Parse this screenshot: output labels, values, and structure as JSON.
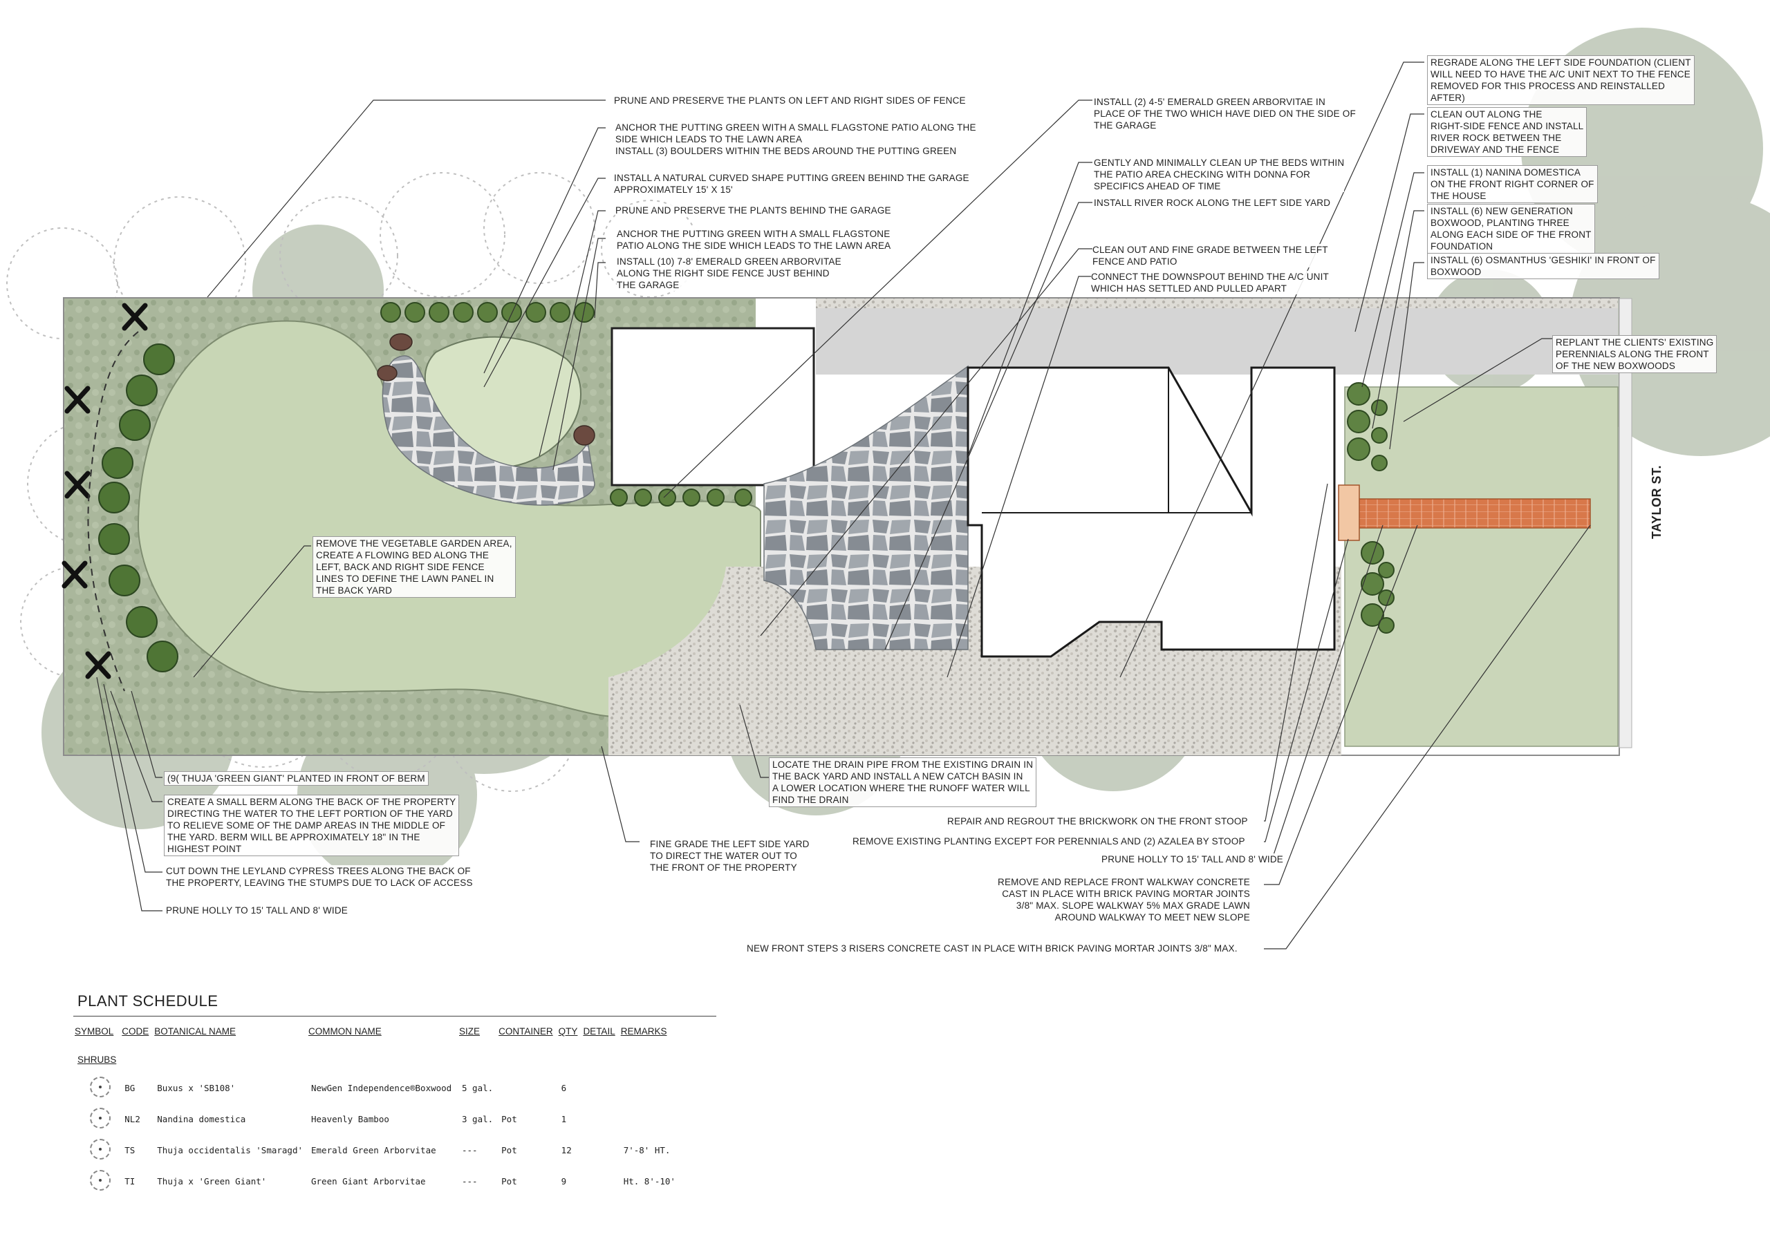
{
  "street_label": "TAYLOR ST.",
  "notes": {
    "n1": "PRUNE AND PRESERVE THE PLANTS ON LEFT AND RIGHT SIDES OF FENCE",
    "n2": "ANCHOR THE PUTTING GREEN WITH A SMALL FLAGSTONE PATIO ALONG THE\nSIDE WHICH LEADS TO THE LAWN AREA\nINSTALL (3) BOULDERS WITHIN THE BEDS AROUND THE PUTTING GREEN",
    "n3": "INSTALL A NATURAL CURVED SHAPE PUTTING GREEN BEHIND THE GARAGE\nAPPROXIMATELY 15' X 15'",
    "n4": "PRUNE AND PRESERVE THE PLANTS BEHIND THE GARAGE",
    "n5": "ANCHOR THE PUTTING GREEN WITH A SMALL FLAGSTONE\nPATIO ALONG THE SIDE WHICH LEADS TO THE LAWN AREA",
    "n6": "INSTALL (10) 7-8' EMERALD GREEN ARBORVITAE\nALONG THE RIGHT SIDE FENCE JUST BEHIND\nTHE GARAGE",
    "n7": "INSTALL (2) 4-5' EMERALD GREEN ARBORVITAE IN\nPLACE OF THE TWO WHICH HAVE DIED ON THE SIDE OF\nTHE GARAGE",
    "n8": "GENTLY AND MINIMALLY CLEAN UP THE BEDS WITHIN\nTHE PATIO AREA CHECKING WITH DONNA FOR\nSPECIFICS AHEAD OF TIME",
    "n9": "INSTALL RIVER ROCK ALONG THE LEFT SIDE YARD",
    "n10": "CLEAN OUT AND FINE GRADE BETWEEN THE LEFT\nFENCE AND PATIO",
    "n11": "CONNECT THE DOWNSPOUT BEHIND THE A/C UNIT\nWHICH HAS SETTLED AND PULLED APART",
    "n12": "REGRADE ALONG THE LEFT SIDE FOUNDATION (CLIENT\nWILL NEED TO HAVE THE A/C UNIT NEXT TO THE FENCE\nREMOVED FOR THIS PROCESS AND REINSTALLED\nAFTER)",
    "n13": "CLEAN OUT ALONG THE\nRIGHT-SIDE FENCE AND INSTALL\nRIVER ROCK BETWEEN THE\nDRIVEWAY AND THE FENCE",
    "n14": "INSTALL (1) NANINA DOMESTICA\nON THE FRONT RIGHT CORNER OF\nTHE HOUSE",
    "n15": "INSTALL (6) NEW GENERATION\nBOXWOOD, PLANTING THREE\nALONG EACH SIDE OF THE FRONT\nFOUNDATION",
    "n16": "INSTALL (6) OSMANTHUS 'GESHIKI' IN FRONT OF\nBOXWOOD",
    "n17": "REPLANT THE CLIENTS' EXISTING\nPERENNIALS ALONG THE FRONT\nOF THE NEW BOXWOODS",
    "n18": "REMOVE THE VEGETABLE GARDEN AREA,\nCREATE A FLOWING BED ALONG THE\nLEFT, BACK AND RIGHT SIDE FENCE\nLINES TO DEFINE THE LAWN PANEL IN\nTHE BACK YARD",
    "n19": "(9( THUJA 'GREEN GIANT' PLANTED IN FRONT OF BERM",
    "n20": "CREATE A SMALL BERM ALONG THE BACK OF THE PROPERTY\nDIRECTING THE WATER TO THE LEFT PORTION OF THE YARD\nTO RELIEVE SOME OF THE DAMP AREAS IN THE MIDDLE OF\nTHE YARD. BERM WILL BE APPROXIMATELY 18\" IN THE\nHIGHEST POINT",
    "n21": "CUT DOWN THE LEYLAND CYPRESS TREES ALONG THE BACK OF\nTHE PROPERTY, LEAVING THE STUMPS DUE TO LACK OF ACCESS",
    "n22": "PRUNE HOLLY TO 15' TALL AND 8' WIDE",
    "n23": "FINE GRADE THE LEFT SIDE YARD\nTO DIRECT THE WATER OUT TO\nTHE FRONT OF THE PROPERTY",
    "n24": "LOCATE THE DRAIN PIPE FROM THE EXISTING DRAIN IN\nTHE BACK YARD AND INSTALL A NEW CATCH BASIN IN\nA LOWER LOCATION WHERE THE RUNOFF WATER WILL\nFIND THE DRAIN",
    "n25": "REPAIR AND REGROUT THE BRICKWORK ON THE FRONT STOOP",
    "n26": "REMOVE EXISTING PLANTING EXCEPT FOR PERENNIALS AND (2) AZALEA BY STOOP",
    "n27": "PRUNE HOLLY TO 15' TALL AND 8' WIDE",
    "n28": "REMOVE AND REPLACE FRONT WALKWAY CONCRETE\nCAST IN PLACE WITH BRICK  PAVING MORTAR JOINTS\n3/8\" MAX. SLOPE WALKWAY 5% MAX GRADE LAWN\nAROUND WALKWAY TO MEET NEW SLOPE",
    "n29": "NEW FRONT STEPS 3 RISERS CONCRETE CAST IN PLACE WITH  BRICK  PAVING MORTAR JOINTS 3/8\" MAX."
  },
  "schedule": {
    "title": "PLANT SCHEDULE",
    "headers": [
      "SYMBOL",
      "CODE",
      "BOTANICAL NAME",
      "COMMON NAME",
      "SIZE",
      "CONTAINER",
      "QTY",
      "DETAIL",
      "REMARKS"
    ],
    "group": "SHRUBS",
    "rows": [
      {
        "code": "BG",
        "botanical": "Buxus x 'SB108'",
        "common": "NewGen Independence®Boxwood",
        "size": "5 gal.",
        "container": "",
        "qty": "6",
        "detail": "",
        "remarks": ""
      },
      {
        "code": "NL2",
        "botanical": "Nandina domestica",
        "common": "Heavenly Bamboo",
        "size": "3 gal.",
        "container": "Pot",
        "qty": "1",
        "detail": "",
        "remarks": ""
      },
      {
        "code": "TS",
        "botanical": "Thuja occidentalis 'Smaragd'",
        "common": "Emerald Green Arborvitae",
        "size": "---",
        "container": "Pot",
        "qty": "12",
        "detail": "",
        "remarks": "7'-8' HT."
      },
      {
        "code": "TI",
        "botanical": "Thuja x 'Green Giant'",
        "common": "Green Giant Arborvitae",
        "size": "---",
        "container": "Pot",
        "qty": "9",
        "detail": "",
        "remarks": "Ht. 8'-10'"
      }
    ]
  },
  "colors": {
    "lawn": "#c5d3b2",
    "bed": "#a9b79a",
    "tree_canopy": "#a9b5a1",
    "paving": "#8e959d",
    "gravel": "#dcdad4",
    "brick": "#d97c4e",
    "driveway": "#d4d4d4",
    "house": "#ffffff"
  }
}
